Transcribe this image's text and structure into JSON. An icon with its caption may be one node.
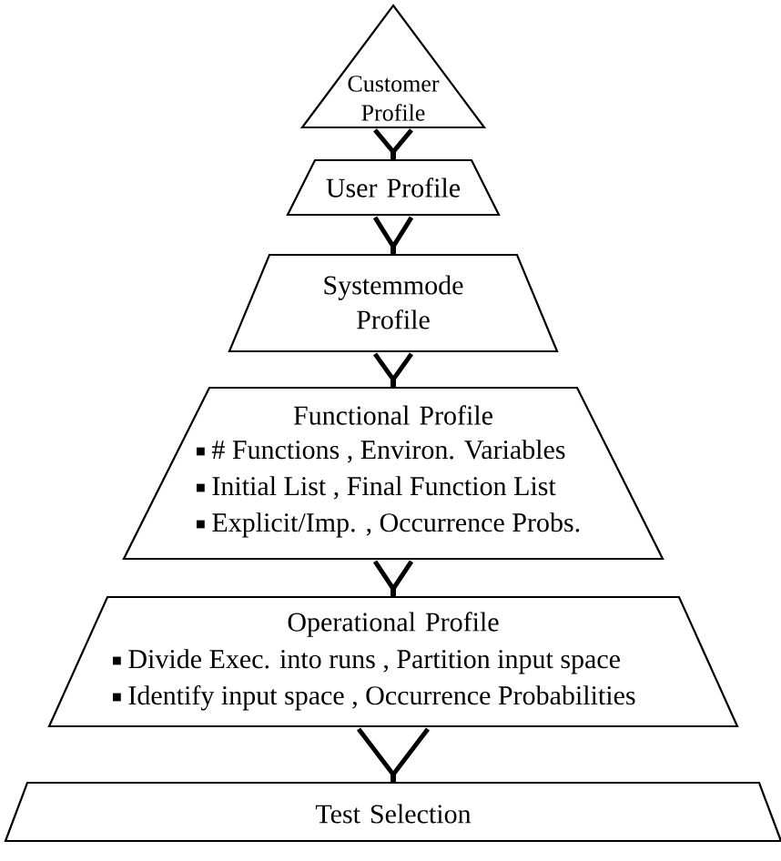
{
  "diagram": {
    "nodes": [
      {
        "text": [
          "Customer Profile"
        ]
      },
      {
        "text": [
          "User Profile"
        ]
      },
      {
        "text": [
          "Systemmode Profile"
        ]
      },
      {
        "text": [
          "Functional Profile",
          "# Functions , Environ. Variables",
          "Initial List , Final Function List",
          "Explicit/Imp. , Occurrence Probs."
        ]
      },
      {
        "text": [
          "Operational Profile",
          "Divide Exec. into runs , Partition input space",
          "Identify input space , Occurrence Probabilities"
        ]
      },
      {
        "text": [
          "Test Selection"
        ]
      }
    ],
    "edges": [
      {
        "from": 0,
        "to": 1,
        "arrow": "to"
      },
      {
        "from": 1,
        "to": 2,
        "arrow": "to"
      },
      {
        "from": 2,
        "to": 3,
        "arrow": "to"
      },
      {
        "from": 3,
        "to": 4,
        "arrow": "to"
      },
      {
        "from": 4,
        "to": 5,
        "arrow": "to"
      }
    ]
  }
}
